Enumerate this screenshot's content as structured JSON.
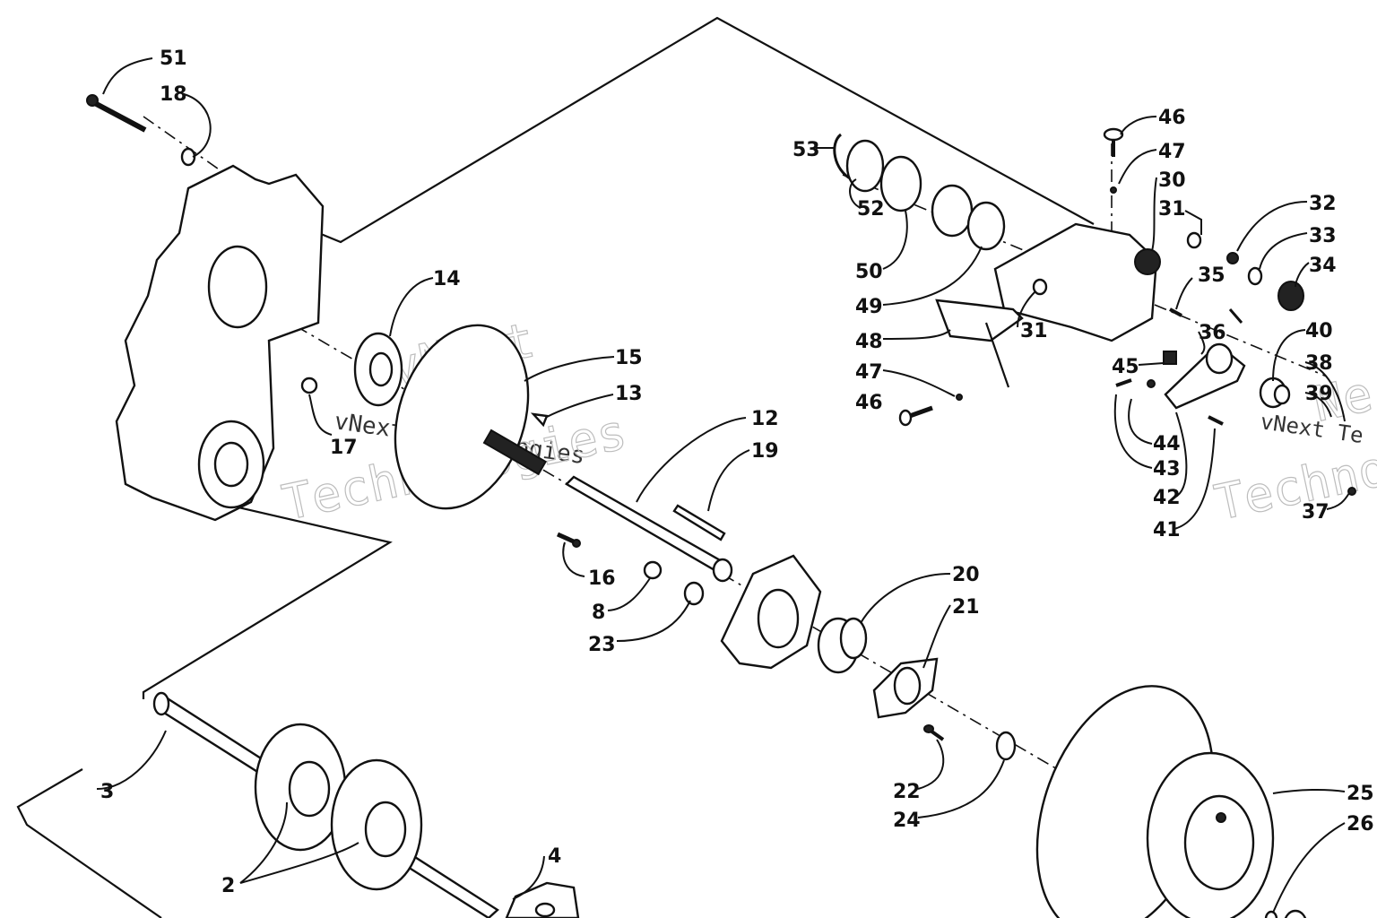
{
  "diagram": {
    "callouts": [
      {
        "id": "c51",
        "text": "51"
      },
      {
        "id": "c18",
        "text": "18"
      },
      {
        "id": "c14",
        "text": "14"
      },
      {
        "id": "c17",
        "text": "17"
      },
      {
        "id": "c15",
        "text": "15"
      },
      {
        "id": "c13",
        "text": "13"
      },
      {
        "id": "c12",
        "text": "12"
      },
      {
        "id": "c19",
        "text": "19"
      },
      {
        "id": "c16",
        "text": "16"
      },
      {
        "id": "c8",
        "text": "8"
      },
      {
        "id": "c23",
        "text": "23"
      },
      {
        "id": "c20",
        "text": "20"
      },
      {
        "id": "c21",
        "text": "21"
      },
      {
        "id": "c22",
        "text": "22"
      },
      {
        "id": "c24",
        "text": "24"
      },
      {
        "id": "c25",
        "text": "25"
      },
      {
        "id": "c26",
        "text": "26"
      },
      {
        "id": "c3",
        "text": "3"
      },
      {
        "id": "c2",
        "text": "2"
      },
      {
        "id": "c4",
        "text": "4"
      },
      {
        "id": "c53",
        "text": "53"
      },
      {
        "id": "c52",
        "text": "52"
      },
      {
        "id": "c50",
        "text": "50"
      },
      {
        "id": "c49",
        "text": "49"
      },
      {
        "id": "c48",
        "text": "48"
      },
      {
        "id": "c47a",
        "text": "47"
      },
      {
        "id": "c46a",
        "text": "46"
      },
      {
        "id": "c46b",
        "text": "46"
      },
      {
        "id": "c47b",
        "text": "47"
      },
      {
        "id": "c30",
        "text": "30"
      },
      {
        "id": "c31a",
        "text": "31"
      },
      {
        "id": "c31b",
        "text": "31"
      },
      {
        "id": "c32",
        "text": "32"
      },
      {
        "id": "c33",
        "text": "33"
      },
      {
        "id": "c34",
        "text": "34"
      },
      {
        "id": "c35",
        "text": "35"
      },
      {
        "id": "c36",
        "text": "36"
      },
      {
        "id": "c40",
        "text": "40"
      },
      {
        "id": "c38",
        "text": "38"
      },
      {
        "id": "c39",
        "text": "39"
      },
      {
        "id": "c45",
        "text": "45"
      },
      {
        "id": "c44",
        "text": "44"
      },
      {
        "id": "c43",
        "text": "43"
      },
      {
        "id": "c42",
        "text": "42"
      },
      {
        "id": "c41",
        "text": "41"
      },
      {
        "id": "c37",
        "text": "37"
      }
    ],
    "watermarks": [
      {
        "id": "w1",
        "text": "vNext Technologies"
      },
      {
        "id": "w2",
        "text": "vNext"
      },
      {
        "id": "w3",
        "text": "Technologies"
      },
      {
        "id": "w4",
        "text": "vNext Te"
      },
      {
        "id": "w5",
        "text": "Technolo"
      },
      {
        "id": "w6",
        "text": "Ne"
      }
    ]
  }
}
